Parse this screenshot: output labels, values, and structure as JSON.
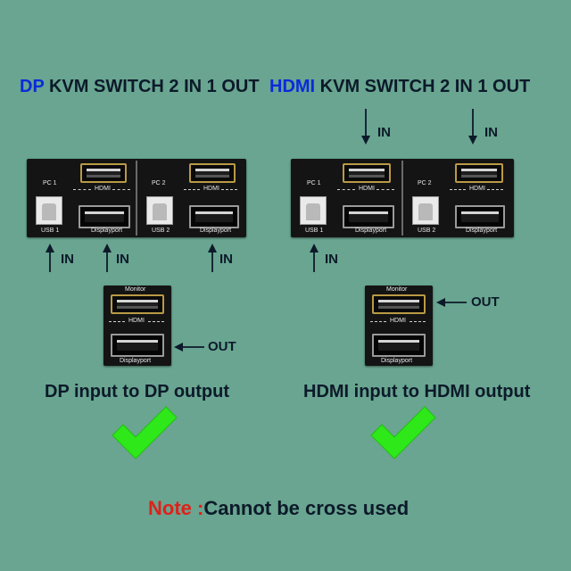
{
  "titles": {
    "left_prefix": "DP",
    "left_rest": " KVM SWITCH 2 IN 1 OUT",
    "right_prefix": "HDMI",
    "right_rest": " KVM SWITCH 2 IN 1 OUT"
  },
  "ports": {
    "pc1": "PC 1",
    "pc2": "PC 2",
    "hdmi": "HDMI",
    "usb1": "USB 1",
    "usb2": "USB 2",
    "displayport": "Displayport",
    "monitor": "Monitor"
  },
  "arrow_labels": {
    "in": "IN",
    "out": "OUT"
  },
  "captions": {
    "left": "DP input to DP output",
    "right": "HDMI input to HDMI output"
  },
  "note": {
    "label": "Note :",
    "text": "Cannot be cross used"
  },
  "colors": {
    "background": "#69a590",
    "title_highlight": "#0a2bd8",
    "note_label": "#e0201b",
    "checkmark": "#2ee81a",
    "hdmi_border": "#b99a45"
  },
  "icons": [
    "down-arrow-icon",
    "up-arrow-icon",
    "left-arrow-icon",
    "checkmark-icon"
  ]
}
